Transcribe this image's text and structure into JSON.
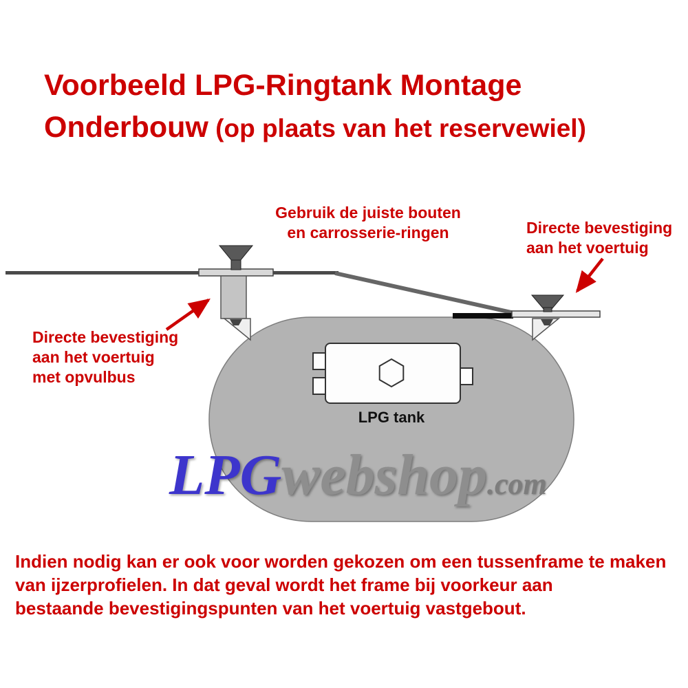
{
  "title": {
    "line1": "Voorbeeld LPG-Ringtank Montage",
    "line2_main": "Onderbouw",
    "line2_sub": " (op plaats van het reservewiel)"
  },
  "annotations": {
    "bolts": {
      "line1": "Gebruik de juiste bouten",
      "line2": "en carrosserie-ringen"
    },
    "direct_right": {
      "line1": "Directe bevestiging",
      "line2": "aan het voertuig"
    },
    "direct_left": {
      "line1": "Directe bevestiging",
      "line2": "aan het voertuig",
      "line3": "met opvulbus"
    }
  },
  "diagram": {
    "tank_label": "LPG tank"
  },
  "watermark": {
    "lpg": "LPG",
    "webshop": "webshop",
    "com": ".com"
  },
  "footer": {
    "line1": "Indien nodig kan er ook voor worden gekozen om een tussenframe te maken",
    "line2": "van ijzerprofielen. In dat geval wordt het frame bij voorkeur aan",
    "line3": "bestaande bevestigingspunten van het voertuig vastgebout."
  },
  "colors": {
    "accent_red": "#cc0000",
    "tank_gray": "#b3b3b3",
    "watermark_blue": "#3d35cc",
    "watermark_gray": "#8e8e8e"
  }
}
